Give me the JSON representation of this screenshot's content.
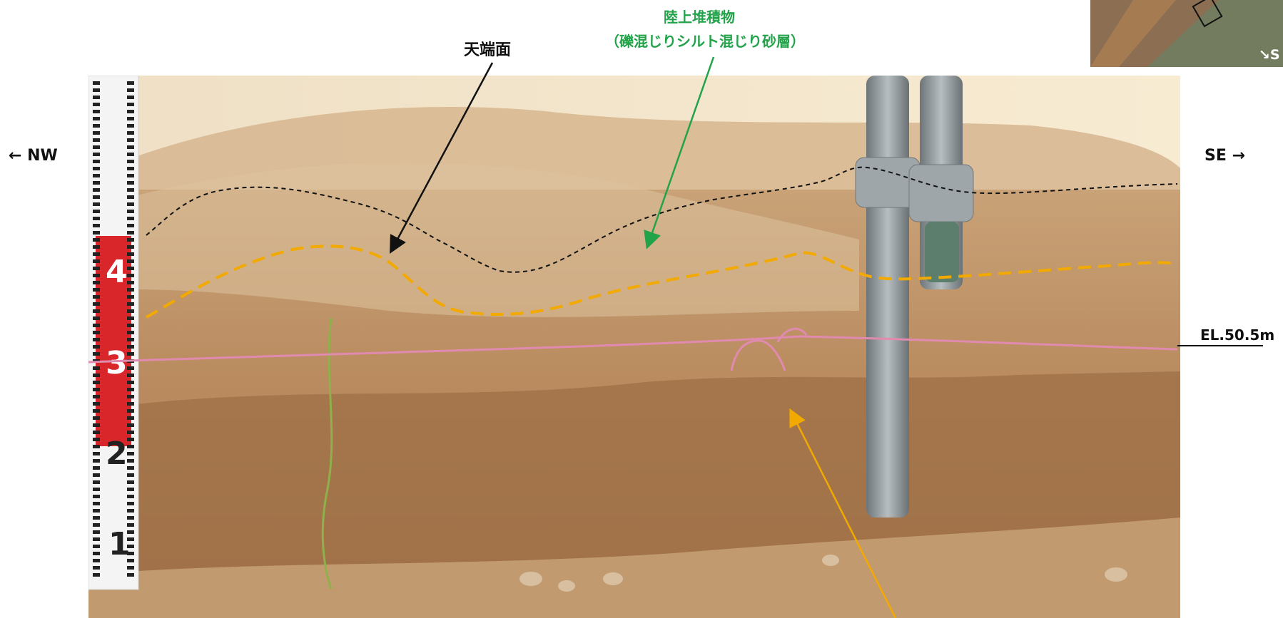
{
  "labels": {
    "top_surface": "天端面",
    "deposit_name": "陸上堆積物",
    "deposit_desc": "（礫混じりシルト混じり砂層）",
    "left_direction": "← NW",
    "right_direction": "SE →",
    "elevation": "EL.50.5m",
    "inset_direction": "↘S"
  },
  "staff_digits": [
    "4",
    "3",
    "2",
    "1"
  ],
  "colors": {
    "soil_light": "#d9bc94",
    "soil_mid": "#c39a6e",
    "soil_dark": "#9a6b44",
    "sky_wash": "#f6e8c9",
    "string_pink": "#e18ab0",
    "boundary_orange": "#f2a900",
    "arrow_green": "#22a34a",
    "arrow_orange": "#f2a900",
    "pipe_gray": "#8e9598"
  },
  "icons": {
    "arrow_left": "arrow-left-icon",
    "arrow_right": "arrow-right-icon"
  }
}
